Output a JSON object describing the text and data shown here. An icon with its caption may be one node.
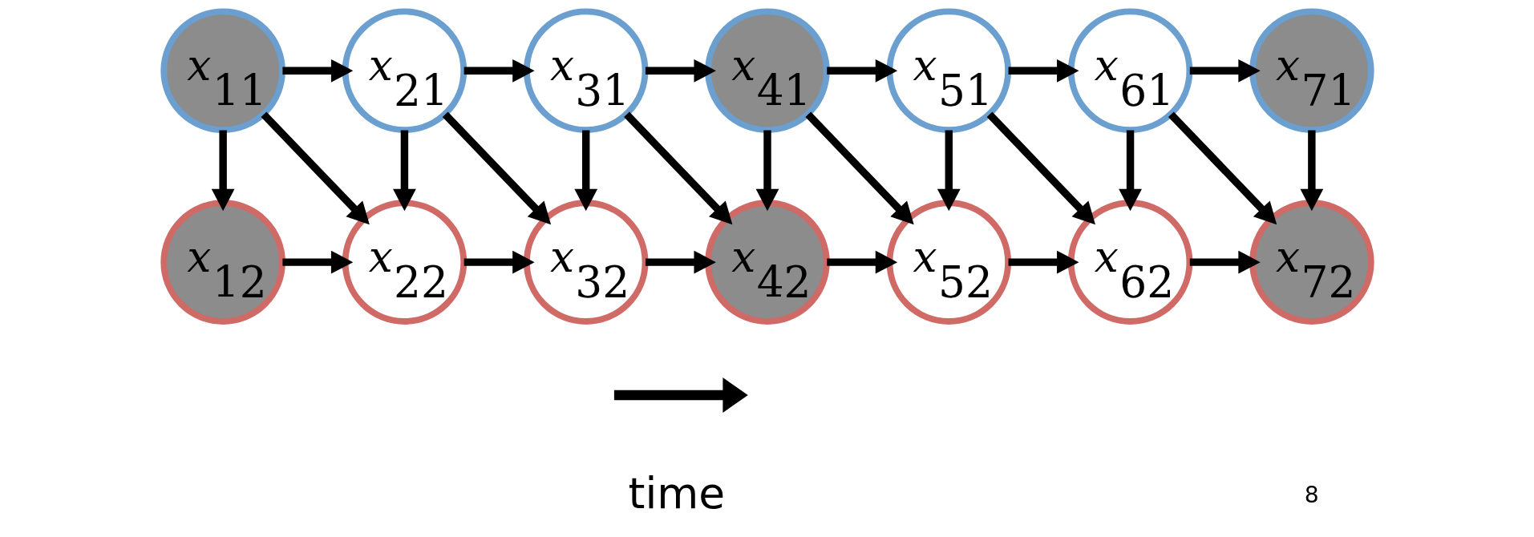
{
  "diagram": {
    "nodes": [
      {
        "text": [
          "*x*$_{11}$"
        ]
      },
      {
        "text": [
          "*x*$_{21}$"
        ]
      },
      {
        "text": [
          "*x*$_{31}$"
        ]
      },
      {
        "text": [
          "*x*$_{41}$"
        ]
      },
      {
        "text": [
          "*x*$_{51}$"
        ]
      },
      {
        "text": [
          "*x*$_{61}$"
        ]
      },
      {
        "text": [
          "*x*$_{71}$"
        ]
      },
      {
        "text": [
          "*x*$_{12}$"
        ]
      },
      {
        "text": [
          "*x*$_{22}$"
        ]
      },
      {
        "text": [
          "*x*$_{32}$"
        ]
      },
      {
        "text": [
          "*x*$_{42}$"
        ]
      },
      {
        "text": [
          "*x*$_{52}$"
        ]
      },
      {
        "text": [
          "*x*$_{62}$"
        ]
      },
      {
        "text": [
          "*x*$_{72}$"
        ]
      }
    ],
    "edges": [
      {
        "from": 0,
        "to": 1,
        "arrow": "to"
      },
      {
        "from": 1,
        "to": 2,
        "arrow": "to"
      },
      {
        "from": 2,
        "to": 3,
        "arrow": "to"
      },
      {
        "from": 3,
        "to": 4,
        "arrow": "to"
      },
      {
        "from": 4,
        "to": 5,
        "arrow": "to"
      },
      {
        "from": 5,
        "to": 6,
        "arrow": "to"
      },
      {
        "from": 0,
        "to": 7,
        "arrow": "to"
      },
      {
        "from": 0,
        "to": 8,
        "arrow": "to"
      },
      {
        "from": 1,
        "to": 8,
        "arrow": "to"
      },
      {
        "from": 1,
        "to": 9,
        "arrow": "to"
      },
      {
        "from": 2,
        "to": 9,
        "arrow": "to"
      },
      {
        "from": 2,
        "to": 10,
        "arrow": "to"
      },
      {
        "from": 3,
        "to": 10,
        "arrow": "to"
      },
      {
        "from": 3,
        "to": 11,
        "arrow": "to"
      },
      {
        "from": 4,
        "to": 11,
        "arrow": "to"
      },
      {
        "from": 4,
        "to": 12,
        "arrow": "to"
      },
      {
        "from": 5,
        "to": 12,
        "arrow": "to"
      },
      {
        "from": 5,
        "to": 13,
        "arrow": "to"
      },
      {
        "from": 6,
        "to": 13,
        "arrow": "to"
      },
      {
        "from": 7,
        "to": 8,
        "arrow": "to"
      },
      {
        "from": 8,
        "to": 9,
        "arrow": "to"
      },
      {
        "from": 9,
        "to": 10,
        "arrow": "to"
      },
      {
        "from": 10,
        "to": 11,
        "arrow": "to"
      },
      {
        "from": 11,
        "to": 12,
        "arrow": "to"
      },
      {
        "from": 12,
        "to": 13,
        "arrow": "to"
      }
    ],
    "labels": [
      "time",
      "8"
    ]
  }
}
